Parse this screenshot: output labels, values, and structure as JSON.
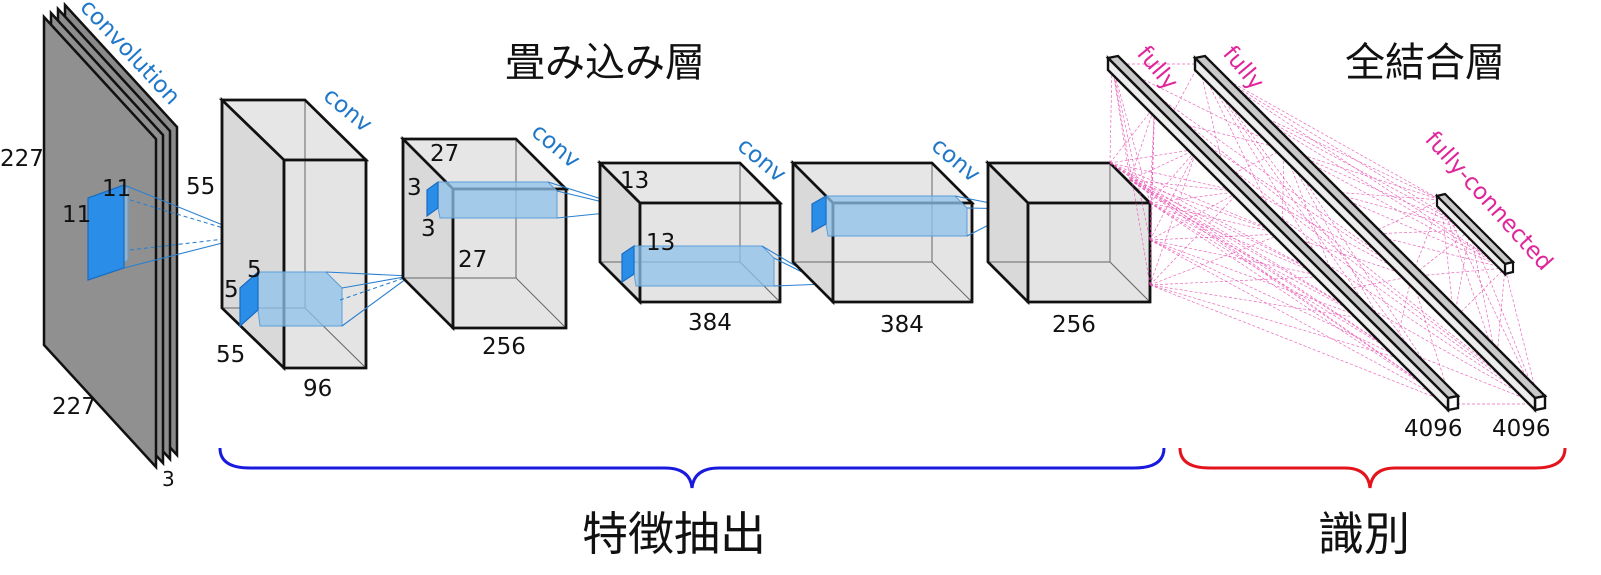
{
  "headings": {
    "conv_layers": "畳み込み層",
    "fc_layers": "全結合層",
    "feature_extraction": "特徴抽出",
    "classification": "識別"
  },
  "input": {
    "label": "convolution",
    "width": "227",
    "height": "227",
    "depth": "3",
    "kernel_w": "11",
    "kernel_h": "11"
  },
  "conv1": {
    "label": "conv",
    "height": "55",
    "width": "55",
    "depth": "96",
    "kernel_w": "5",
    "kernel_h": "5"
  },
  "conv2": {
    "label": "conv",
    "height": "27",
    "width": "27",
    "depth": "256",
    "kernel_w": "3",
    "kernel_h": "3"
  },
  "conv3": {
    "label": "conv",
    "height": "13",
    "width": "13",
    "depth": "384"
  },
  "conv4": {
    "label": "conv",
    "depth": "384"
  },
  "conv5": {
    "depth": "256"
  },
  "fc1": {
    "label": "fully",
    "size": "4096"
  },
  "fc2": {
    "label": "fully",
    "size": "4096"
  },
  "fc3": {
    "label": "fully-connected"
  },
  "colors": {
    "feature_brace": "#1a1adf",
    "classify_brace": "#e3141b",
    "conv_label": "#1f77c9",
    "fc_label": "#e0249a"
  }
}
